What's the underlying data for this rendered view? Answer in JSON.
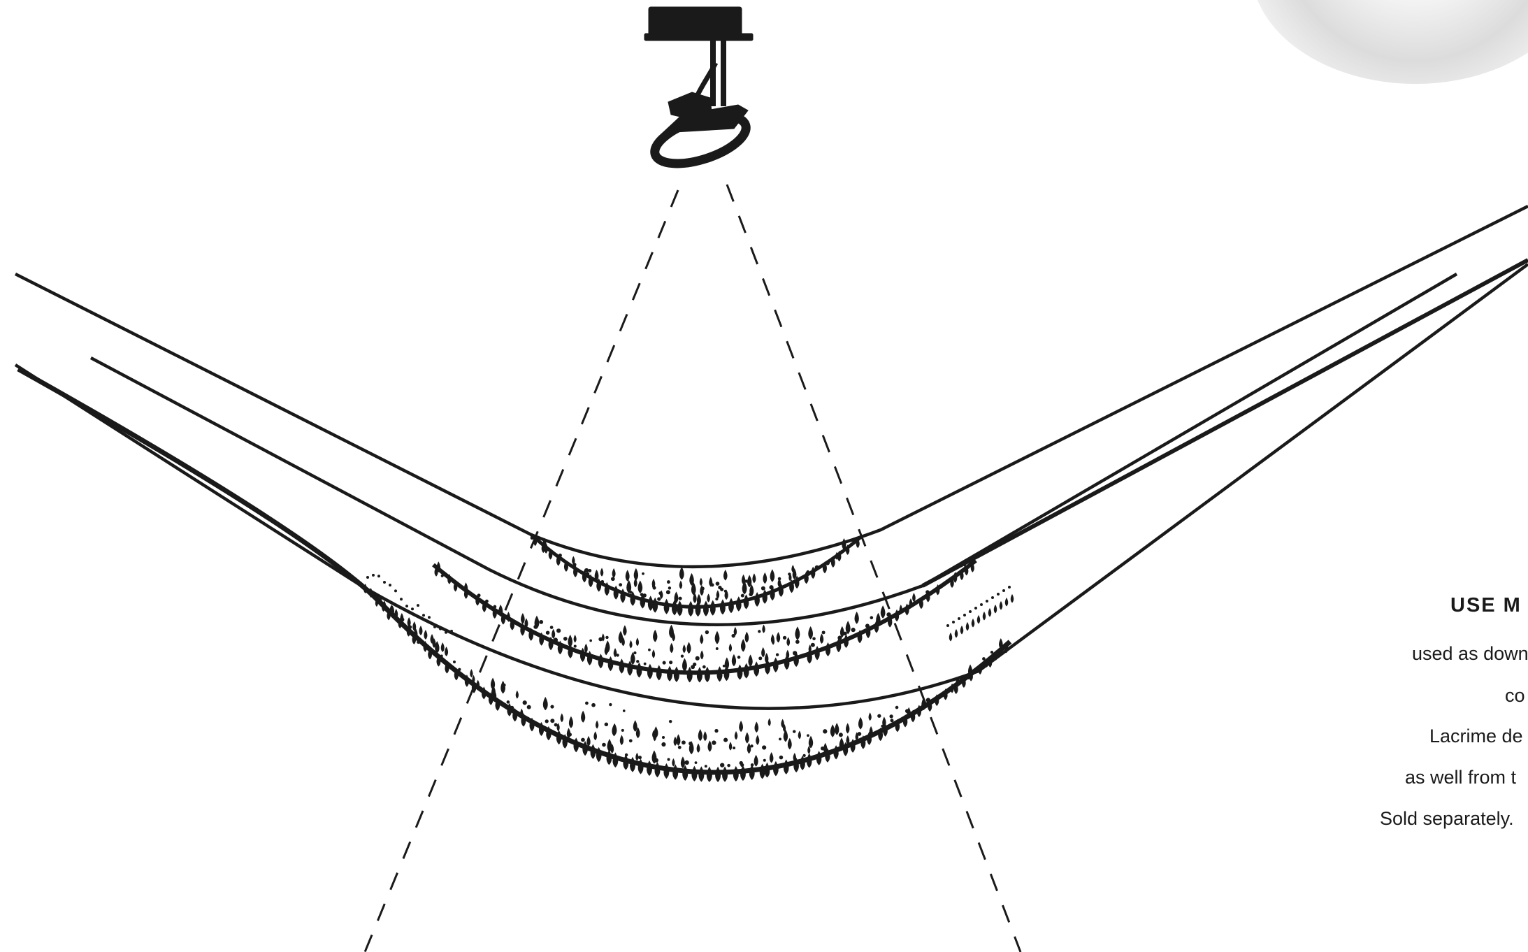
{
  "text": {
    "heading": "USE M",
    "lines": [
      "used as down",
      "co",
      "Lacrime de",
      "as well from t",
      "Sold separately."
    ]
  },
  "icons": {
    "fixture": "ceiling-spotlight-icon",
    "chandelier": "droplet-garland-icon"
  },
  "colors": {
    "ink": "#1a1a1a",
    "background": "#ffffff"
  }
}
